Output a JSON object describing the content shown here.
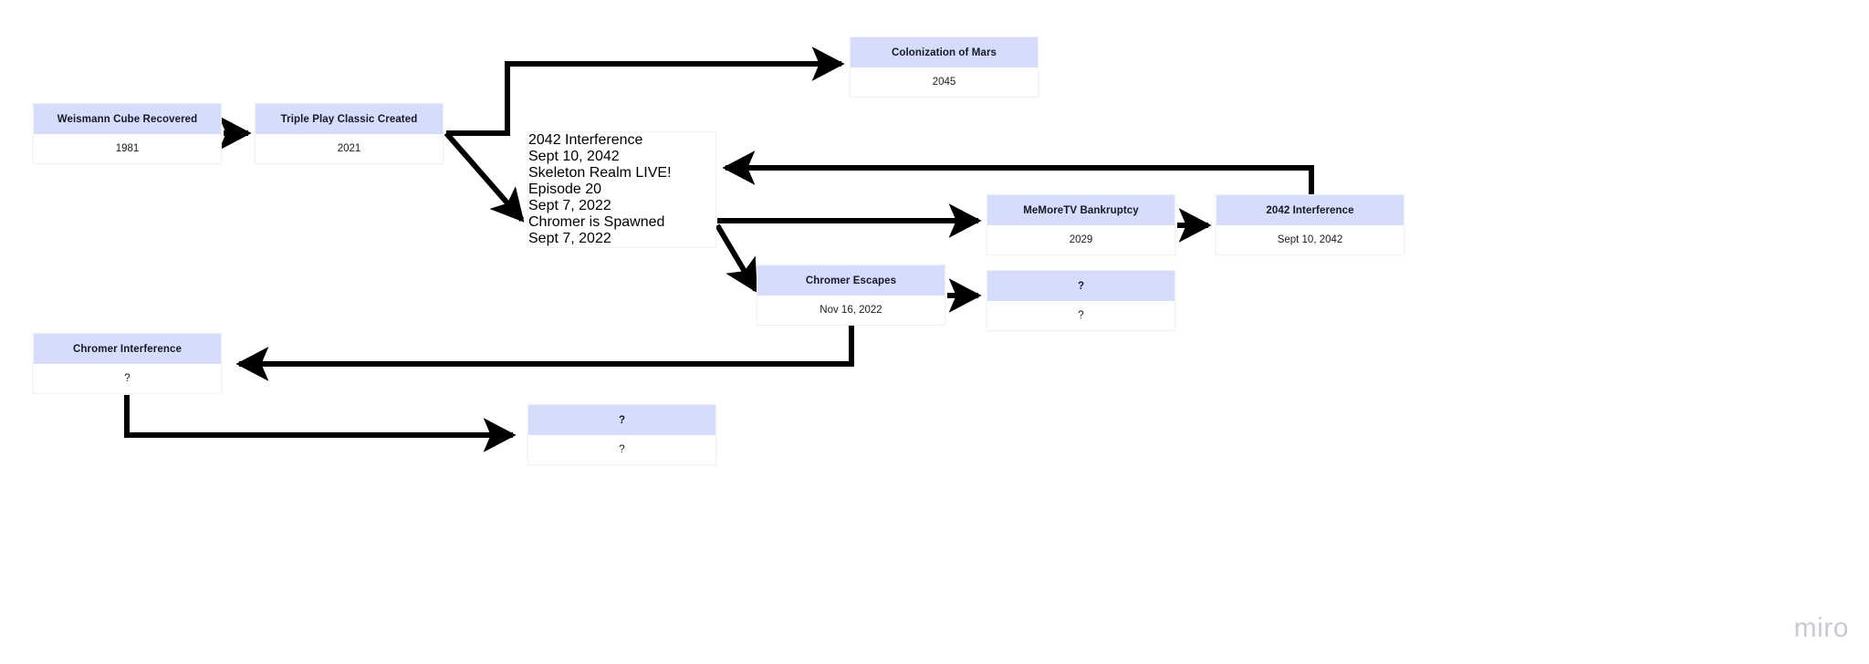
{
  "board": {
    "background": "#ffffff",
    "node_header_color": "#d6dcfb",
    "node_body_color": "#ffffff",
    "edge_color": "#000000",
    "watermark": "miro"
  },
  "nodes": [
    {
      "id": "weismann",
      "title": "Weismann Cube Recovered",
      "value": "1981"
    },
    {
      "id": "tripleplay",
      "title": "Triple Play Classic Created",
      "value": "2021"
    },
    {
      "id": "mars",
      "title": "Colonization of Mars",
      "value": "2045"
    },
    {
      "id": "interf2042a",
      "title": "2042 Interference",
      "value": "Sept 10, 2042"
    },
    {
      "id": "skeleton",
      "title": "Skeleton Realm LIVE! Episode 20",
      "value": "Sept 7, 2022"
    },
    {
      "id": "spawned",
      "title": "Chromer is Spawned",
      "value": "Sept 7, 2022"
    },
    {
      "id": "memoretv",
      "title": "MeMoreTV Bankruptcy",
      "value": "2029"
    },
    {
      "id": "interf2042b",
      "title": "2042 Interference",
      "value": "Sept 10, 2042"
    },
    {
      "id": "escapes",
      "title": "Chromer Escapes",
      "value": "Nov 16, 2022"
    },
    {
      "id": "unknown1",
      "title": "?",
      "value": "?"
    },
    {
      "id": "chromerint",
      "title": "Chromer Interference",
      "value": "?"
    },
    {
      "id": "unknown2",
      "title": "?",
      "value": "?"
    }
  ],
  "edges": [
    {
      "from": "weismann",
      "to": "tripleplay",
      "style": "straight-right"
    },
    {
      "from": "tripleplay",
      "to": "mars",
      "style": "elbow-up-right"
    },
    {
      "from": "tripleplay",
      "to": "skeleton",
      "style": "diagonal-down-right"
    },
    {
      "from": "skeleton",
      "to": "memoretv",
      "style": "straight-right"
    },
    {
      "from": "memoretv",
      "to": "interf2042b",
      "style": "straight-right"
    },
    {
      "from": "interf2042b",
      "to": "interf2042a",
      "style": "elbow-up-left"
    },
    {
      "from": "skeleton",
      "to": "escapes",
      "style": "diagonal-down-right"
    },
    {
      "from": "escapes",
      "to": "unknown1",
      "style": "straight-right"
    },
    {
      "from": "escapes",
      "to": "chromerint",
      "style": "elbow-down-left"
    },
    {
      "from": "chromerint",
      "to": "unknown2",
      "style": "elbow-down-right"
    }
  ]
}
